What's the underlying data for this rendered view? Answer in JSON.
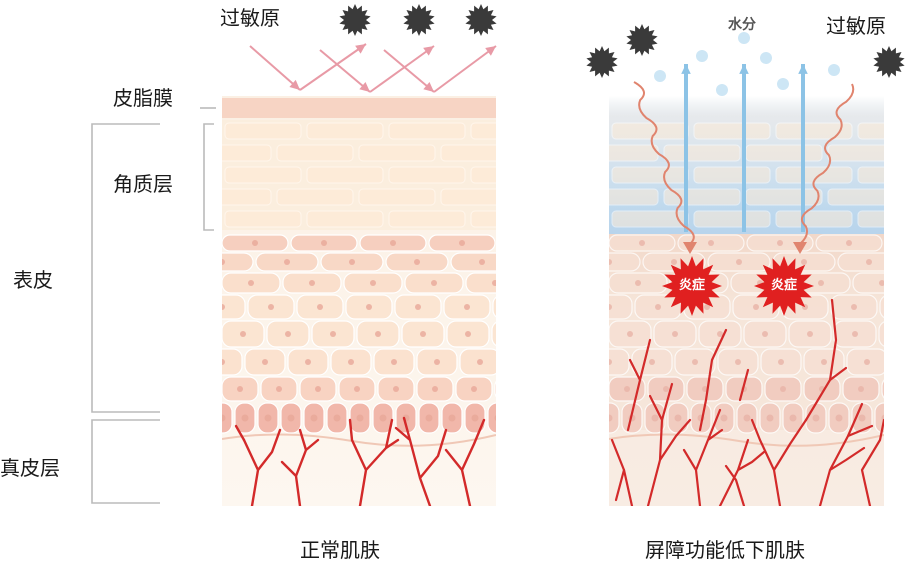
{
  "labels": {
    "allergen_left": "过敏原",
    "allergen_right": "过敏原",
    "sebum_film": "皮脂膜",
    "stratum_corneum": "角质层",
    "epidermis": "表皮",
    "dermis": "真皮层",
    "water": "水分",
    "inflammation_1": "炎症",
    "inflammation_2": "炎症",
    "caption_normal": "正常肌肤",
    "caption_damaged": "屏障功能低下肌肤"
  },
  "colors": {
    "sebum": "#f7d4c4",
    "corneum_cell": "#fdebd8",
    "corneum_gap_normal": "#fbeede",
    "corneum_gap_damaged": "#cfe3f2",
    "epidermis_cell": "#fbe3d0",
    "epidermis_deep": "#f4b8aa",
    "nucleus": "#e9a898",
    "dermis": "#fbf1e6",
    "vessel": "#d32a2a",
    "allergen": "#3a3a3a",
    "reflect_arrow": "#e89aa6",
    "water_arrow": "#8cc3e6",
    "water_drop": "#cde6f5",
    "penetrate_arrow": "#e0846e",
    "inflammation": "#e02020",
    "bracket": "#bbbbbb"
  }
}
